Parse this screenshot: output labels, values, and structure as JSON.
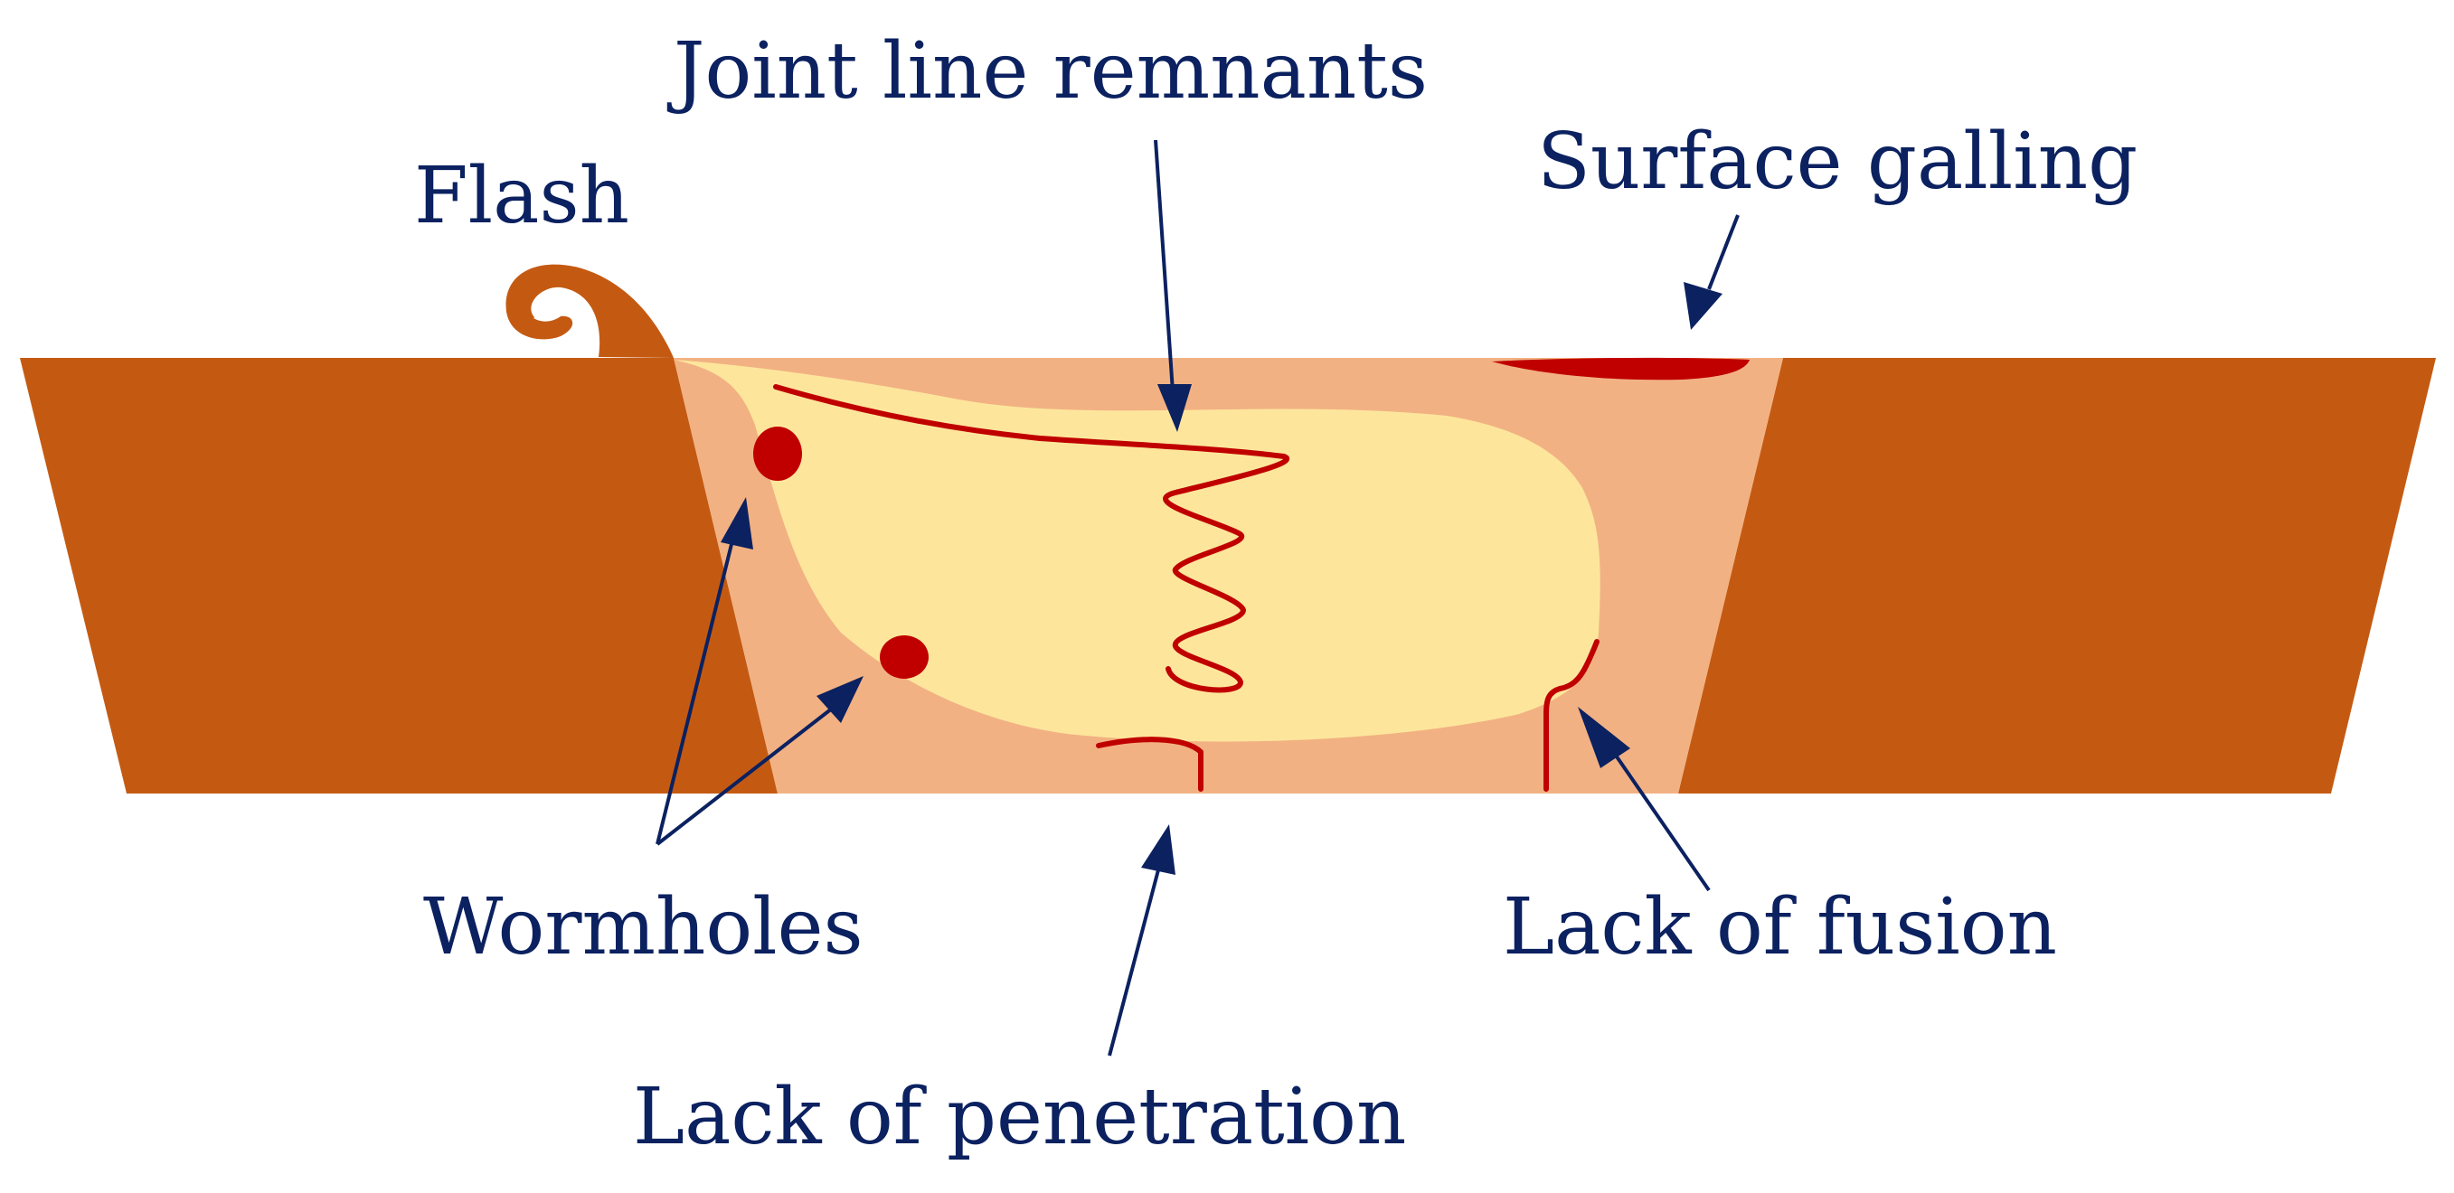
{
  "labels": {
    "flash": "Flash",
    "joint_line_remnants": "Joint line remnants",
    "surface_galling": "Surface galling",
    "wormholes": "Wormholes",
    "lack_of_fusion": "Lack of fusion",
    "lack_of_penetration": "Lack of penetration"
  },
  "colors": {
    "base_metal": "#c45a12",
    "tmaz": "#f2b183",
    "nugget": "#fde69c",
    "defect": "#c00000",
    "annotation": "#0b2160",
    "background": "#ffffff"
  }
}
